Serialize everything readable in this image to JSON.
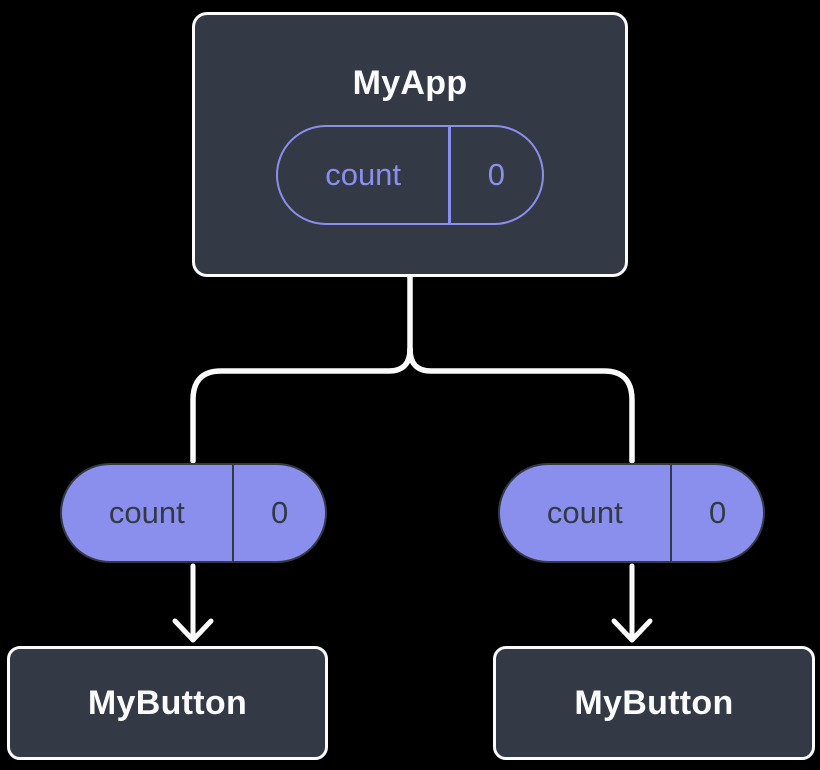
{
  "diagram": {
    "kind": "component-tree",
    "colors": {
      "background": "#000000",
      "node_fill": "#333a46",
      "node_border": "#fbfbfb",
      "node_text": "#fbfbfb",
      "state_purple": "#8a8fee",
      "pill_dark_text": "#333a46",
      "connector": "#fbfbfb"
    },
    "root": {
      "label": "MyApp",
      "state": {
        "name": "count",
        "value": "0"
      }
    },
    "branches": [
      {
        "prop": {
          "name": "count",
          "value": "0"
        },
        "child": {
          "label": "MyButton"
        }
      },
      {
        "prop": {
          "name": "count",
          "value": "0"
        },
        "child": {
          "label": "MyButton"
        }
      }
    ]
  }
}
